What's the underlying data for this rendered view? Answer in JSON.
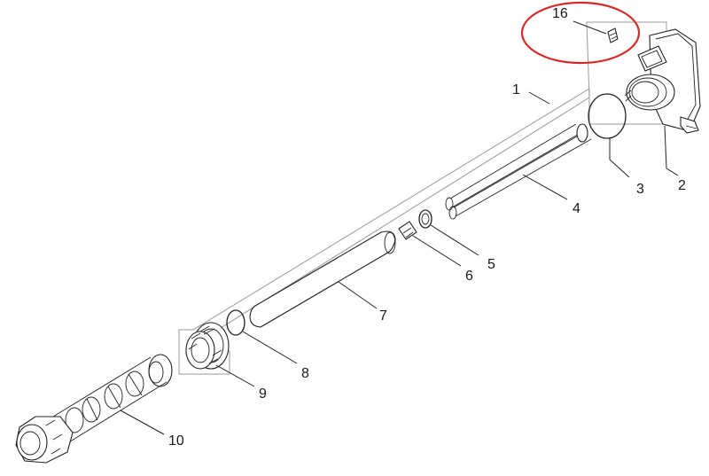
{
  "diagram": {
    "highlight_color": "#d42a2a",
    "line_color": "#222222",
    "frame_color": "#9a9a9a",
    "parts": [
      {
        "label": "1"
      },
      {
        "label": "2"
      },
      {
        "label": "3"
      },
      {
        "label": "4"
      },
      {
        "label": "5"
      },
      {
        "label": "6"
      },
      {
        "label": "7"
      },
      {
        "label": "8"
      },
      {
        "label": "9"
      },
      {
        "label": "10"
      },
      {
        "label": "16"
      }
    ]
  }
}
